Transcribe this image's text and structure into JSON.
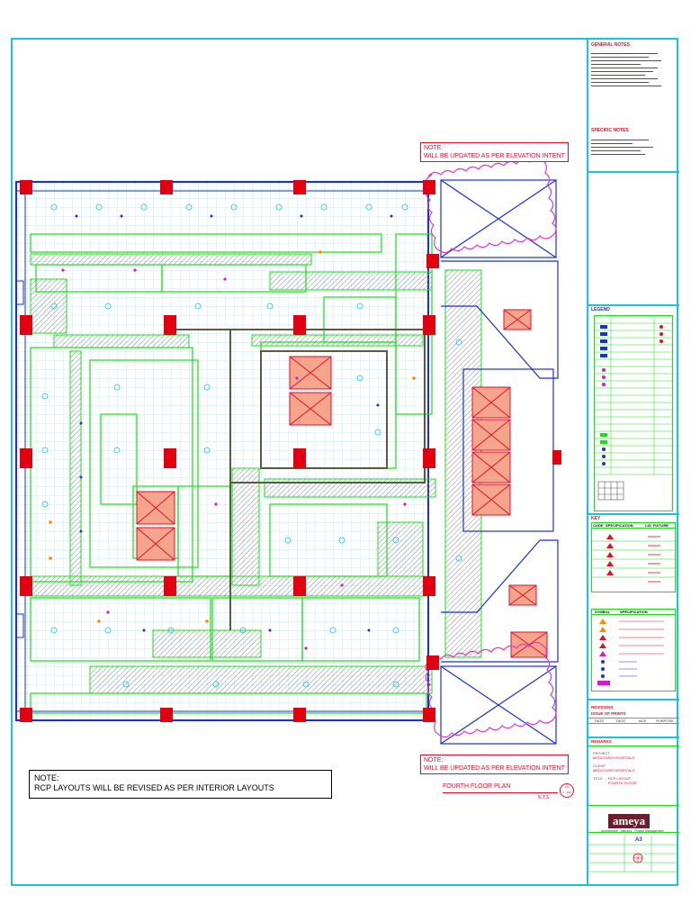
{
  "notes": {
    "elevation_top": "NOTE:\nWILL BE UPDATED AS PER ELEVATION INTENT",
    "elevation_top_line1": "NOTE:",
    "elevation_top_line2": "WILL BE UPDATED AS PER ELEVATION INTENT",
    "elevation_bottom_line1": "NOTE:",
    "elevation_bottom_line2": "WILL BE UPDATED AS PER ELEVATION INTENT",
    "rcp_line1": "NOTE:",
    "rcp_line2": "RCP LAYOUTS WILL BE REVISED AS PER INTERIOR LAYOUTS"
  },
  "plan": {
    "title": "FOURTH FLOOR PLAN",
    "scale_note": "N.T.S",
    "sheet_tag_top": "01",
    "sheet_tag_bottom": "1 : 100"
  },
  "title_block": {
    "general_notes": "GENERAL NOTES",
    "specific_notes": "SPECIFIC NOTES",
    "legend": "LEGEND",
    "key": "KEY",
    "key_columns": [
      "CODE",
      "SPECIFICATION",
      "LIG. FIXTURE"
    ],
    "symbol_columns": [
      "SYMBOL",
      "SPECIFICATION"
    ],
    "revisions": "REVISIONS",
    "issue_of_prints": "ISSUE OF PRINTS",
    "issue_columns": [
      "DATE",
      "DATE",
      "NOS",
      "PURPOSE"
    ],
    "remarks": "REMARKS",
    "project_label": "PROJECT",
    "project_value": "MEDCOVER HOSPITALS",
    "client_label": "CLIENT",
    "client_value": "MEDCOVER HOSPITALS",
    "title_label": "TITLE",
    "title_value_1": "RCP LAYOUT",
    "title_value_2": "FOURTH FLOOR",
    "logo": "ameya",
    "logo_sub": "Architecture . Interiors . Project Management",
    "sheet_size": "A3"
  },
  "colors": {
    "frame": "#19c4d8",
    "red": "#e0102c",
    "green": "#18e018",
    "blue": "#1a2fd6",
    "magenta": "#d21ad6",
    "orange": "#ff8800",
    "cyan": "#19c4d8",
    "hatch": "#9a9a9a"
  }
}
